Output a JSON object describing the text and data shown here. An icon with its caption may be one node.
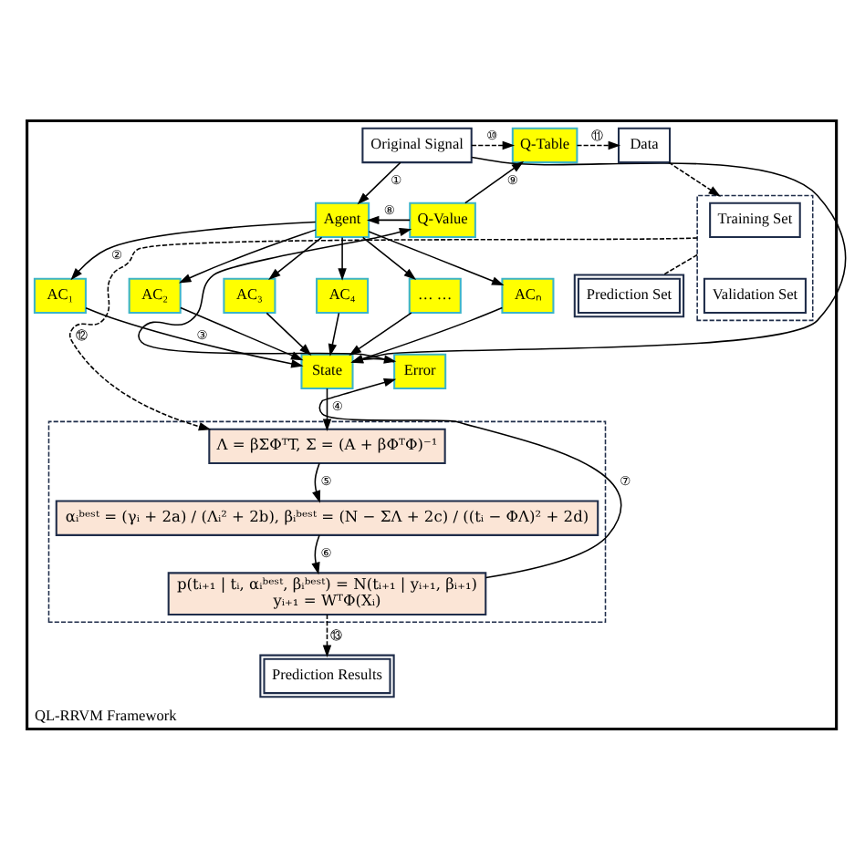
{
  "diagram": {
    "nodes": [
      {
        "text": [
          "QL-RRVM Framework"
        ]
      },
      {
        "text": [
          "Original Signal"
        ],
        "in": 0
      },
      {
        "text": [
          "Q-Table"
        ],
        "in": 0
      },
      {
        "text": [
          "Data"
        ],
        "in": 0
      },
      {
        "text": [
          "Agent"
        ],
        "in": 0
      },
      {
        "text": [
          "Q-Value"
        ],
        "in": 0
      },
      {
        "text": [
          "AC₁"
        ],
        "in": 0
      },
      {
        "text": [
          "AC₂"
        ],
        "in": 0
      },
      {
        "text": [
          "AC₃"
        ],
        "in": 0
      },
      {
        "text": [
          "AC₄"
        ],
        "in": 0
      },
      {
        "text": [
          "… …"
        ],
        "in": 0
      },
      {
        "text": [
          "ACₙ"
        ],
        "in": 0
      },
      {
        "text": [
          "State"
        ],
        "in": 0
      },
      {
        "text": [
          "Error"
        ],
        "in": 0
      },
      {
        "text": [],
        "shape": "box",
        "in": 0
      },
      {
        "text": [
          "Λ = βΣΦᵀT, Σ = (A + βΦᵀΦ)⁻¹"
        ],
        "in": 14
      },
      {
        "text": [
          "αᵢᵇᵉˢᵗ = (γᵢ + 2a) / (Λᵢ² + 2b), βᵢᵇᵉˢᵗ = (N − ΣΛ + 2c) / ((tᵢ − ΦΛ)² + 2d)"
        ],
        "in": 14
      },
      {
        "text": [
          "p(tᵢ₊₁ | tᵢ, αᵢᵇᵉˢᵗ, βᵢᵇᵉˢᵗ) = N(tᵢ₊₁ | yᵢ₊₁, βᵢ₊₁)",
          "yᵢ₊₁ = WᵀΦ(Xᵢ)"
        ],
        "in": 14
      },
      {
        "text": [],
        "shape": "box",
        "in": 0
      },
      {
        "text": [
          "Training Set"
        ],
        "in": 18
      },
      {
        "text": [
          "Validation Set"
        ],
        "in": 18
      },
      {
        "text": [
          "Prediction Set"
        ],
        "in": 0
      },
      {
        "text": [
          "Prediction Results"
        ],
        "in": 0
      }
    ],
    "edges": [
      {
        "from": 1,
        "to": 2,
        "arrow": "to",
        "label": "⑩",
        "style": "dashed"
      },
      {
        "from": 2,
        "to": 3,
        "arrow": "to",
        "label": "⑪",
        "style": "dashed"
      },
      {
        "from": 3,
        "to": 18,
        "arrow": "to",
        "style": "dashed"
      },
      {
        "from": 1,
        "to": 4,
        "arrow": "to",
        "label": "①"
      },
      {
        "from": 5,
        "to": 4,
        "arrow": "to",
        "label": "⑧"
      },
      {
        "from": 5,
        "to": 2,
        "arrow": "to",
        "label": "⑨"
      },
      {
        "from": 4,
        "to": 6,
        "arrow": "to",
        "label": "②"
      },
      {
        "from": 4,
        "to": 7,
        "arrow": "to"
      },
      {
        "from": 4,
        "to": 8,
        "arrow": "to"
      },
      {
        "from": 4,
        "to": 9,
        "arrow": "to"
      },
      {
        "from": 4,
        "to": 10,
        "arrow": "to"
      },
      {
        "from": 4,
        "to": 11,
        "arrow": "to"
      },
      {
        "from": 6,
        "to": 12,
        "arrow": "to",
        "label": "③"
      },
      {
        "from": 7,
        "to": 12,
        "arrow": "to"
      },
      {
        "from": 8,
        "to": 12,
        "arrow": "to"
      },
      {
        "from": 9,
        "to": 12,
        "arrow": "to"
      },
      {
        "from": 10,
        "to": 12,
        "arrow": "to"
      },
      {
        "from": 11,
        "to": 12,
        "arrow": "to"
      },
      {
        "from": 1,
        "to": 12,
        "arrow": "to"
      },
      {
        "from": 12,
        "to": 13,
        "arrow": "to"
      },
      {
        "from": 12,
        "to": 15,
        "arrow": "to",
        "label": "④"
      },
      {
        "from": 15,
        "to": 16,
        "arrow": "to",
        "label": "⑤"
      },
      {
        "from": 16,
        "to": 17,
        "arrow": "to",
        "label": "⑥"
      },
      {
        "from": 17,
        "to": 13,
        "arrow": "to",
        "label": "⑦"
      },
      {
        "from": 13,
        "to": 5,
        "arrow": "to"
      },
      {
        "from": 18,
        "to": 15,
        "arrow": "to",
        "label": "⑫",
        "style": "dashed"
      },
      {
        "from": 18,
        "to": 21,
        "arrow": "none",
        "style": "dashed"
      },
      {
        "from": 17,
        "to": 22,
        "arrow": "to",
        "label": "⑬",
        "style": "dashed"
      }
    ]
  }
}
